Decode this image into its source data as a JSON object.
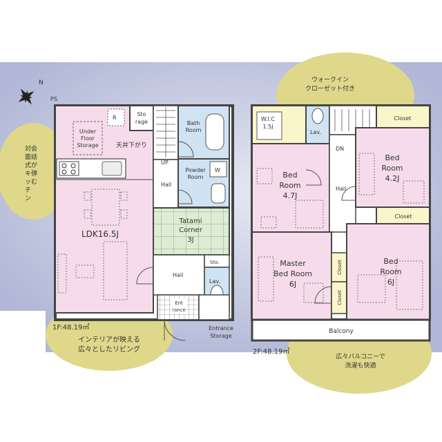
{
  "floor1": {
    "area_label": "1F:48.19㎡",
    "rooms": {
      "ps": "PS",
      "r": "R",
      "storage_small": [
        "Sto",
        "rage"
      ],
      "under_floor": [
        "Under",
        "Floor",
        "Storage"
      ],
      "ceiling_note": "天井下がり",
      "bath": [
        "Bath",
        "Room"
      ],
      "powder": [
        "Powder",
        "Room"
      ],
      "washer": "W",
      "up": "UP",
      "hall_upper": "Hall",
      "ldk": "LDK16.5J",
      "tatami": [
        "Tatami",
        "Corner",
        "3J"
      ],
      "sto": "Sto.",
      "hall_lower": "Hall",
      "lav": "Lav.",
      "entrance": [
        "Ent",
        "rance"
      ],
      "entrance_storage": [
        "Entrance",
        "Storage"
      ]
    },
    "callouts": {
      "kitchen": [
        "対会",
        "面話",
        "式が",
        "キ弾",
        "ッむ",
        "チ",
        "ン"
      ],
      "living": [
        "インテリアが映える",
        "広々としたリビング"
      ]
    }
  },
  "floor2": {
    "area_label": "2F:48.19㎡",
    "rooms": {
      "wic": [
        "W.I.C",
        "1.5J"
      ],
      "lav": "Lav.",
      "dn": "DN",
      "closet_top": "Closet",
      "bed_47": [
        "Bed",
        "Room",
        "4.7J"
      ],
      "bed_42": [
        "Bed",
        "Room",
        "4.2J"
      ],
      "hall": "Hall",
      "closet_mid": "Closet",
      "master": [
        "Master",
        "Bed Room",
        "6J"
      ],
      "closet_v1": "Closet",
      "closet_v2": "Closet",
      "bed_6": [
        "Bed",
        "Room",
        "6J"
      ],
      "balcony": "Balcony"
    },
    "callouts": {
      "walkin": [
        "ウォークイン",
        "クローゼット付き"
      ],
      "balcony": [
        "広々バルコニーで",
        "洗濯も快適"
      ]
    }
  },
  "compass": {
    "label": "N"
  },
  "colors": {
    "background_blue": "#b9bfdc",
    "callout_yellow": "#dfd88a",
    "room_pink": "#f6dcea",
    "room_blue": "#cfe3f3",
    "tatami_green": "#dcedd4",
    "wic_yellow": "#fbf6c9"
  }
}
